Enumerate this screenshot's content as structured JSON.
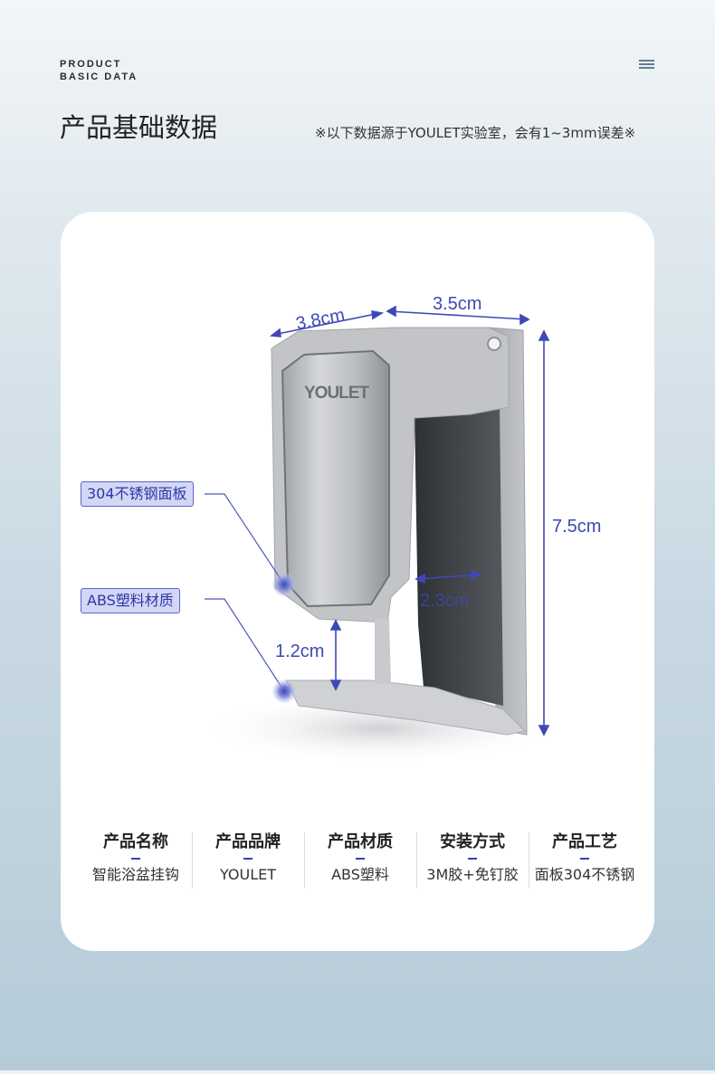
{
  "header": {
    "eyebrow_line1": "PRODUCT",
    "eyebrow_line2": "BASIC DATA",
    "title": "产品基础数据",
    "note": "※以下数据源于YOULET实验室，会有1~3mm误差※"
  },
  "product": {
    "brand_mark": "YOULET",
    "dimensions": {
      "width": "3.8cm",
      "depth": "3.5cm",
      "height": "7.5cm",
      "gap": "2.3cm",
      "hook_clearance": "1.2cm"
    },
    "callouts": {
      "panel": "304不锈钢面板",
      "body": "ABS塑料材质"
    }
  },
  "specs": [
    {
      "label": "产品名称",
      "value": "智能浴盆挂钩"
    },
    {
      "label": "产品品牌",
      "value": "YOULET"
    },
    {
      "label": "产品材质",
      "value": "ABS塑料"
    },
    {
      "label": "安装方式",
      "value": "3M胶+免钉胶"
    },
    {
      "label": "产品工艺",
      "value": "面板304不锈钢"
    }
  ],
  "colors": {
    "accent": "#3e49b5",
    "callout_bg": "#d3d7f4"
  }
}
